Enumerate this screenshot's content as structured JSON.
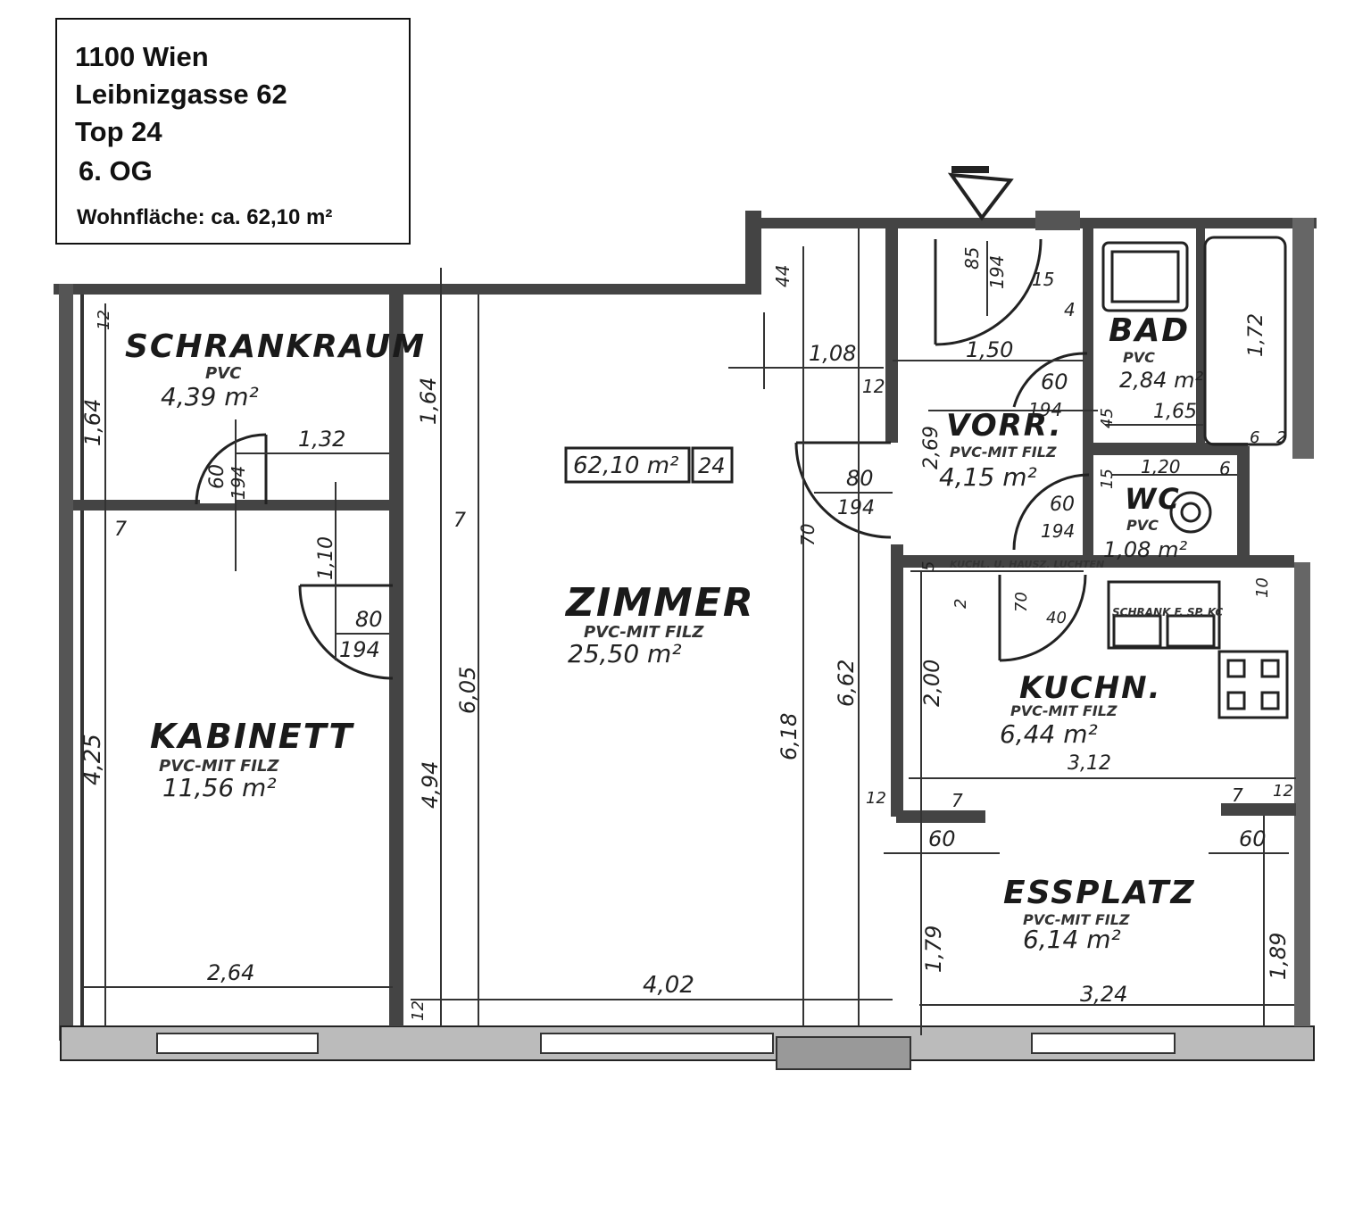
{
  "info": {
    "city": "1100 Wien",
    "street": "Leibnizgasse 62",
    "unit": "Top 24",
    "floor": "6. OG",
    "living_area": "Wohnfläche: ca. 62,10 m²"
  },
  "plan": {
    "total_area": "62,10 m²",
    "unit_no": "24",
    "rooms": {
      "schrankraum": {
        "name": "SCHRANKRAUM",
        "floor": "PVC",
        "area": "4,39 m²"
      },
      "kabinett": {
        "name": "KABINETT",
        "floor": "PVC-MIT FILZ",
        "area": "11,56 m²"
      },
      "zimmer": {
        "name": "ZIMMER",
        "floor": "PVC-MIT FILZ",
        "area": "25,50 m²"
      },
      "vorr": {
        "name": "VORR.",
        "floor": "PVC-MIT FILZ",
        "area": "4,15 m²"
      },
      "bad": {
        "name": "BAD",
        "floor": "PVC",
        "area": "2,84 m²"
      },
      "wc": {
        "name": "WC",
        "floor": "PVC",
        "area": "1,08 m²"
      },
      "kuechn": {
        "name": "KUCHN.",
        "floor": "PVC-MIT FILZ",
        "area": "6,44 m²"
      },
      "essplatz": {
        "name": "ESSPLATZ",
        "floor": "PVC-MIT FILZ",
        "area": "6,14 m²"
      }
    },
    "dimensions": {
      "d1_64a": "1,64",
      "d1_32": "1,32",
      "d1_64b": "1,64",
      "d12a": "12",
      "d4_25": "4,25",
      "d2_64": "2,64",
      "d1_10": "1,10",
      "d80a": "80",
      "d194a": "194",
      "d60a": "60",
      "d194b": "194",
      "d7a": "7",
      "d7b": "7",
      "d4_94": "4,94",
      "d6_05": "6,05",
      "d4_02": "4,02",
      "d12b": "12",
      "d6_18": "6,18",
      "d6_62": "6,62",
      "d1_08": "1,08",
      "d44": "44",
      "d12c": "12",
      "d80b": "80",
      "d194c": "194",
      "d70a": "70",
      "d85": "85",
      "d194d": "194",
      "d15": "15",
      "d4": "4",
      "d1_50": "1,50",
      "d60b": "60",
      "d194e": "194",
      "d2_69": "2,69",
      "d1_72": "1,72",
      "d1_65": "1,65",
      "d6a": "6",
      "d2": "2",
      "d45": "45",
      "d1_20": "1,20",
      "d6b": "6",
      "d15b": "15",
      "d60c": "60",
      "d194f": "194",
      "d5": "5",
      "d2b": "2",
      "d70b": "70",
      "d40": "40",
      "d10": "10",
      "d2_00": "2,00",
      "d3_12": "3,12",
      "d12d": "12",
      "d7c": "7",
      "d12e": "12",
      "d7d": "7",
      "d60d": "60",
      "d60e": "60",
      "d1_79": "1,79",
      "d1_89": "1,89",
      "d3_24": "3,24",
      "counter_label": "KUCHL. U. HAUSZ. LUCHTEN",
      "kitchen_unit_label": "SCHRANK F. SP. KC"
    }
  }
}
